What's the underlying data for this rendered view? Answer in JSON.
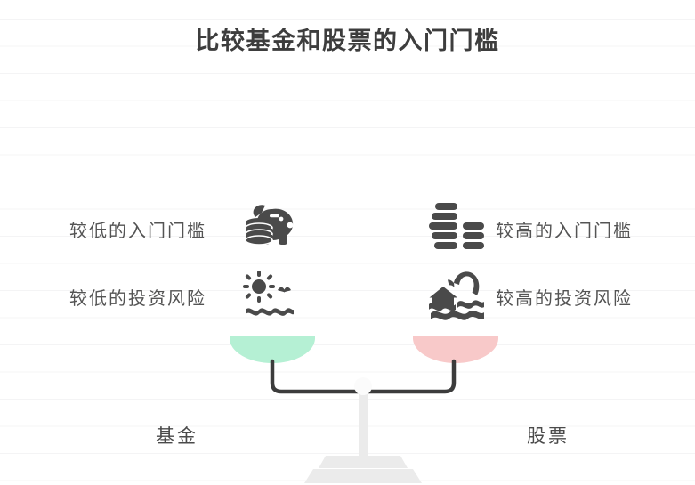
{
  "page": {
    "title": "比较基金和股票的入门门槛",
    "background_color": "#ffffff",
    "gridline_color": "#f4f4f5",
    "text_color": "#545454"
  },
  "comparison": {
    "left": {
      "name": "基金",
      "pan_color": "#b5f0d4",
      "features": [
        {
          "label": "较低的入门门槛",
          "icon": "piggy-bank-coins-icon"
        },
        {
          "label": "较低的投资风险",
          "icon": "sun-calm-sea-icon"
        }
      ]
    },
    "right": {
      "name": "股票",
      "pan_color": "#f8c9c9",
      "features": [
        {
          "label": "较高的入门门槛",
          "icon": "stacked-bars-icon"
        },
        {
          "label": "较高的投资风险",
          "icon": "flooded-house-wave-icon"
        }
      ]
    }
  },
  "scale": {
    "beam_color": "#3c3c3c",
    "stand_color": "#ebebeb",
    "pivot_color": "#fbfbfb"
  }
}
